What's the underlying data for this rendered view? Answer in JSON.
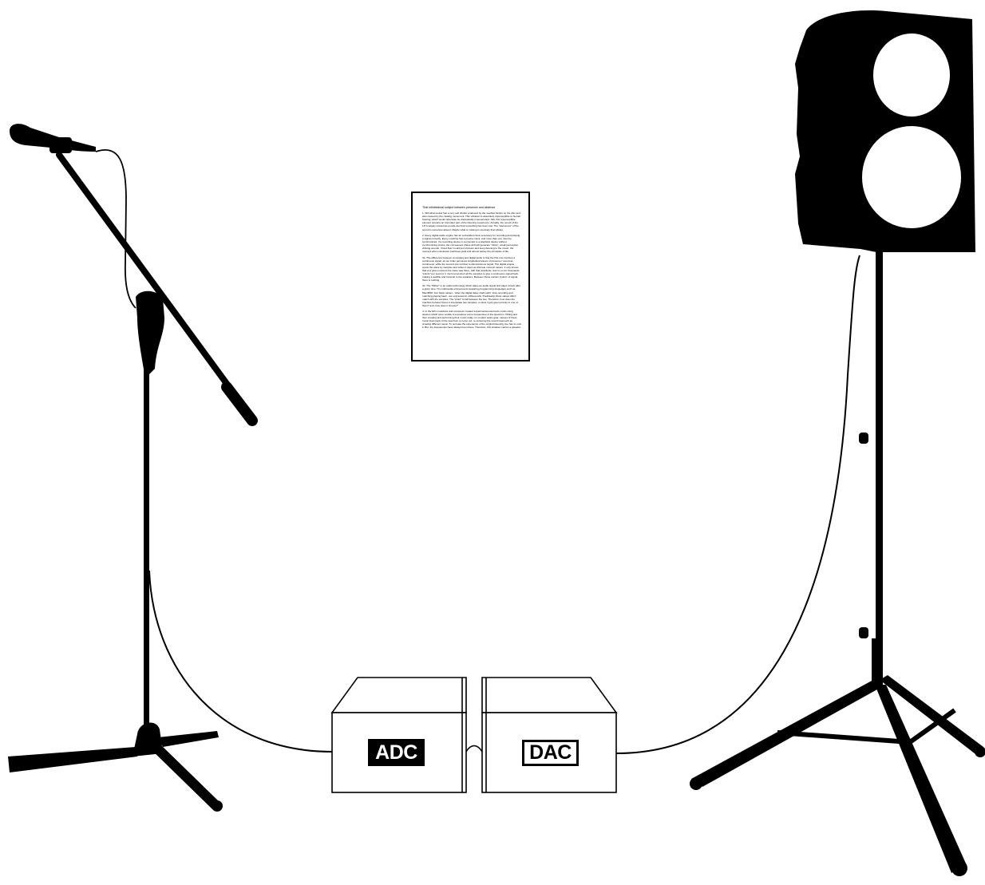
{
  "converters": {
    "adc_label": "ADC",
    "dac_label": "DAC"
  },
  "document": {
    "title": "That infinitesimal subject between presence and absence",
    "paragraphs": [
      "1. Still what sound has a very soft vibrato produced by the needles friction on the disc and also caused by the rotating movement. This vibration is absolutely imperceptible to human hearing, which would otherwise be dramatically impoverished. Still, this imperceptible element remains an important part of the listening experience. Actually, the sound of the LP is largely missed as people feel that something has been lost. The \"warmness\" of the sound is somehow absent. Maybe what is missing is precisely that vibrato.",
      "2. Every digital audio engine has an embedded clock necessary for recording and playing a signal correctly. Every machine has a precise clock, and more than one must be synchronized. If a recording device is connected to a playback device without synchronizing clocks, the consequent phase drift will generate \"clicks\", small percussive clicking sounds. I fixed that I could just sit down and keep listening to the music: the moment when clockwork machines yield and almost betray the principles of life.",
      "3a. The difference between an analog and digital audio is that the first one involves a continuous signal, as our brain perceives longitudinal waves of pressure / sound as continuous, while the second one involves a discontinuous signal. The digital engine scans the wave by samples and writes it down as discrete numeric values. It only knows that at a given moment the wave was there, with that amplitude, and so on for thousands \"points\" per second. It must reconstruct all the samples to give a continuous signal back, making it audible and transmit to the speakers. Between those certain \"points\" of signal, there is nothing.",
      "3b. The \"Dither\" is an audio technology which takes an audio signal and plays it back after a given time. On multimedia environments featuring programming languages such as Max/MSP, four basic values - when the digital delay shall catch: slow recording and matching playing back - are expressed in milliseconds. Predictably these values didn't match with the samples. The \"point\" to fall between the two. Therefore, how does the machine behave? Does it interpolate two samples, or does it just given priority to one of them? and, how does it choose?",
      "4. In the 60's musicians and composer created experimental electronic music using devices which were unable to reproduce some frequencies of the spectrum. Pitting and then creating and performing their music today, on modern audio gear, causes of these music lived parts of the spectrum to come out, re-colouring the sound inasmuch as creating different music. To recreate the experience of the original listening one has to omit it. But, the frequencies have always been there. Therefore, this situation carries a paradox."
    ]
  }
}
